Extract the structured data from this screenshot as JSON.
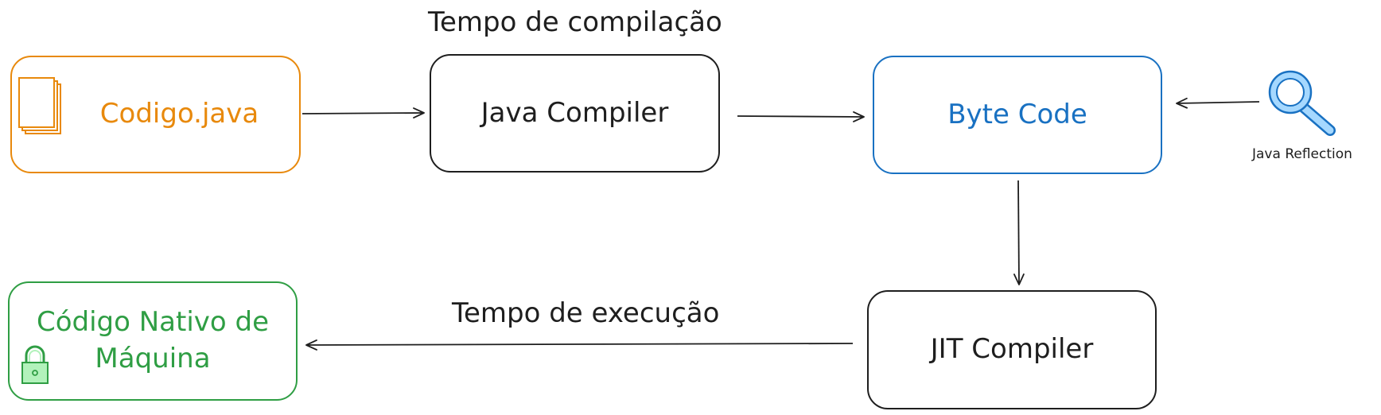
{
  "colors": {
    "source": "#e8890c",
    "bytecode": "#1971c2",
    "native": "#2f9e44",
    "neutral": "#1e1e1e",
    "reflection_fill": "#a5d8ff",
    "lock_fill": "#b2f2bb"
  },
  "nodes": {
    "source": {
      "label": "Codigo.java",
      "icon": "document-stack-icon"
    },
    "java_compiler": {
      "label": "Java Compiler"
    },
    "bytecode": {
      "label": "Byte Code"
    },
    "jit_compiler": {
      "label": "JIT Compiler"
    },
    "native": {
      "label_line1": "Código Nativo de",
      "label_line2": "Máquina",
      "icon": "padlock-icon"
    },
    "reflection": {
      "label": "Java Reflection",
      "icon": "magnifier-icon"
    }
  },
  "captions": {
    "compile_time": "Tempo de compilação",
    "run_time": "Tempo de execução"
  }
}
